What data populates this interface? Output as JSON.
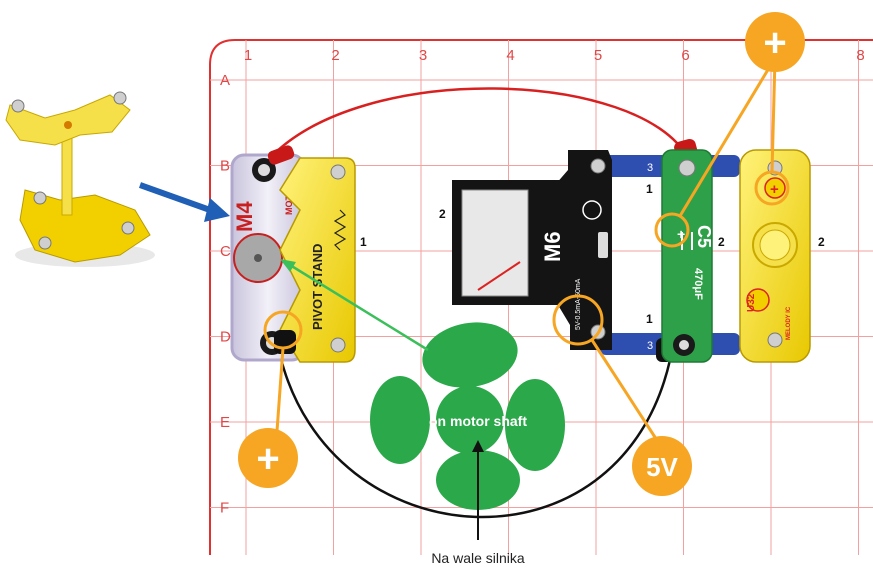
{
  "grid": {
    "columns": [
      "1",
      "2",
      "3",
      "4",
      "5",
      "6",
      "7",
      "8"
    ],
    "rows": [
      "A",
      "B",
      "C",
      "D",
      "E",
      "F"
    ]
  },
  "parts": {
    "motor": {
      "code": "M4",
      "name": "MOTOR"
    },
    "pivot_stand": {
      "name": "PIVOT STAND",
      "pin_label": "1"
    },
    "meter": {
      "code": "M6",
      "rating": "5V-0.5mA-50mA",
      "pin_left": "2"
    },
    "capacitor": {
      "code": "C5",
      "value": "470μF",
      "plus": "+",
      "pin_top": "1",
      "pin_bottom": "1",
      "pin_right": "2"
    },
    "melody": {
      "code": "U32",
      "name": "MELODY IC",
      "pin_right": "2"
    },
    "strip_top_number": "3",
    "strip_bottom_number": "3"
  },
  "fan": {
    "label": "on motor shaft"
  },
  "badges": {
    "top_plus": "+",
    "bottom_plus": "+",
    "voltage": "5V"
  },
  "caption": "Na wale silnika",
  "colors": {
    "grid_border": "#e03030",
    "grid_line": "#f3a0a0",
    "badge_orange": "#f6a623",
    "fan_green": "#2aa84a",
    "wire_red": "#d92020",
    "wire_black": "#111111",
    "arrow_blue": "#1f5fb5",
    "pointer_green": "#3bbf5a"
  }
}
